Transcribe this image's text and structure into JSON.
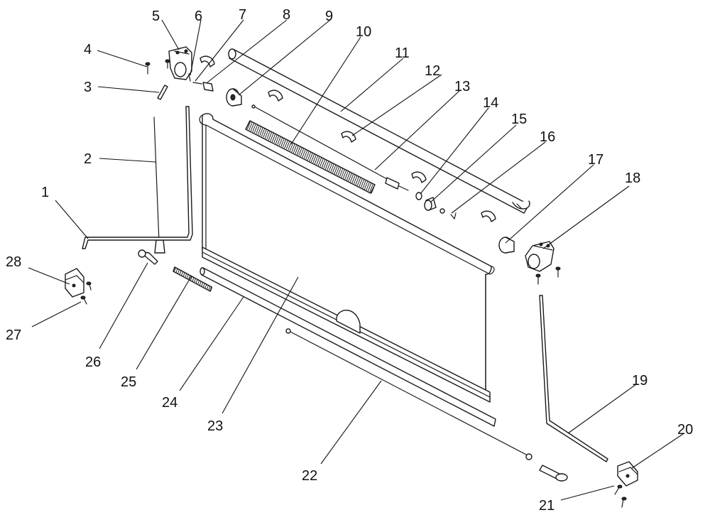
{
  "callouts": [
    "1",
    "2",
    "3",
    "4",
    "5",
    "6",
    "7",
    "8",
    "9",
    "10",
    "11",
    "12",
    "13",
    "14",
    "15",
    "16",
    "17",
    "18",
    "19",
    "20",
    "21",
    "22",
    "23",
    "24",
    "25",
    "26",
    "27",
    "28"
  ],
  "colors": {
    "line": "#1a1a1a",
    "background": "#ffffff"
  }
}
